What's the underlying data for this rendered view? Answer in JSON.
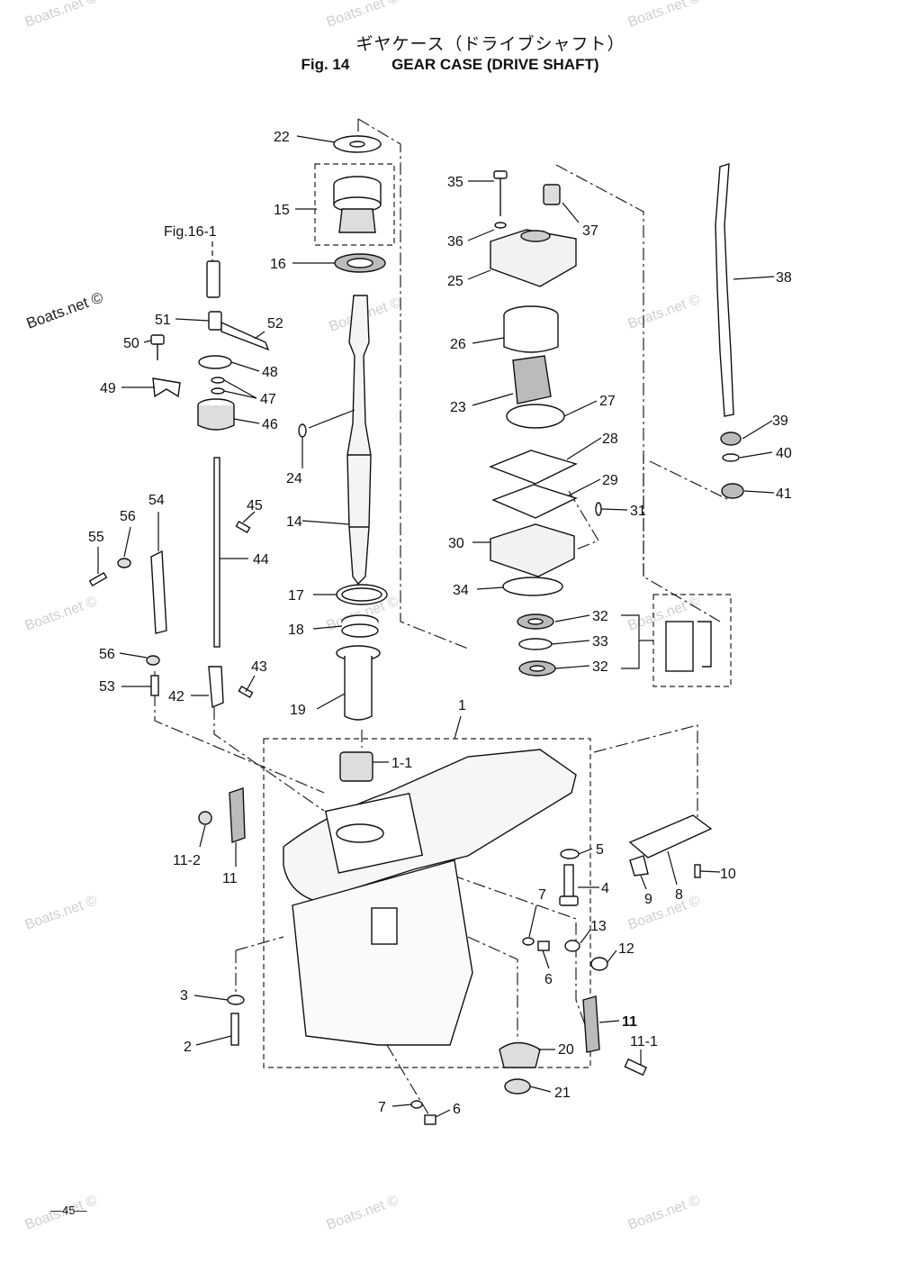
{
  "title_jp": "ギヤケース（ドライブシャフト）",
  "figure_no": "Fig. 14",
  "title_en": "GEAR CASE (DRIVE SHAFT)",
  "figure_ref": "Fig.16-1",
  "page_number": "—45—",
  "watermark": "Boats.net ©",
  "callouts": [
    "22",
    "15",
    "16",
    "35",
    "36",
    "37",
    "25",
    "38",
    "26",
    "23",
    "27",
    "39",
    "40",
    "41",
    "28",
    "29",
    "31",
    "30",
    "34",
    "32",
    "33",
    "32",
    "51",
    "52",
    "50",
    "48",
    "47",
    "49",
    "46",
    "24",
    "14",
    "45",
    "44",
    "54",
    "56",
    "55",
    "17",
    "18",
    "19",
    "56",
    "53",
    "42",
    "43",
    "1",
    "1-1",
    "11-2",
    "11",
    "5",
    "4",
    "10",
    "9",
    "8",
    "7",
    "13",
    "12",
    "6",
    "3",
    "2",
    "11",
    "11-1",
    "20",
    "21",
    "7",
    "6"
  ]
}
